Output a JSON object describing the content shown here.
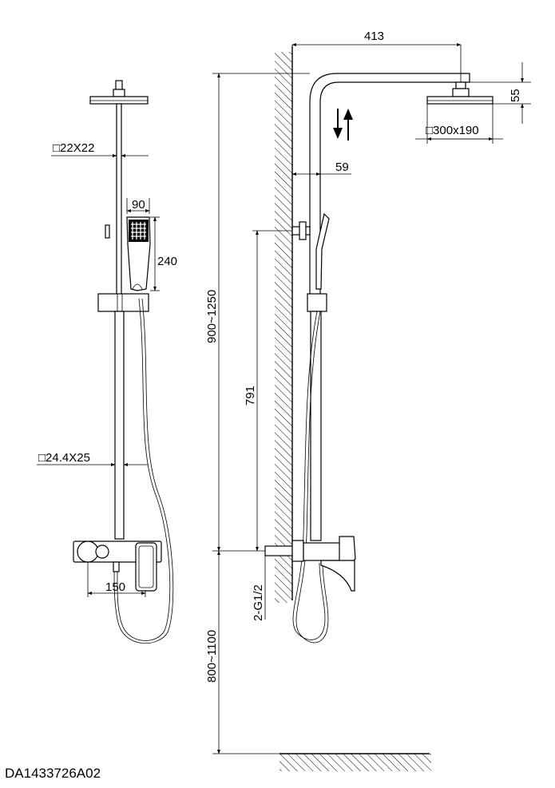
{
  "dimensions": {
    "riser_section": "□22X22",
    "handshower_width": "90",
    "handshower_length": "240",
    "rail_section": "□24.4X25",
    "inlet_spacing": "150",
    "arm_reach": "413",
    "head_drop": "55",
    "head_size": "□300x190",
    "wall_offset": "59",
    "height_adjust": "900~1250",
    "mixer_to_bracket": "791",
    "inlet_thread": "2-G1/2",
    "mixer_height": "800~1100"
  },
  "model_code": "DA1433726A02"
}
